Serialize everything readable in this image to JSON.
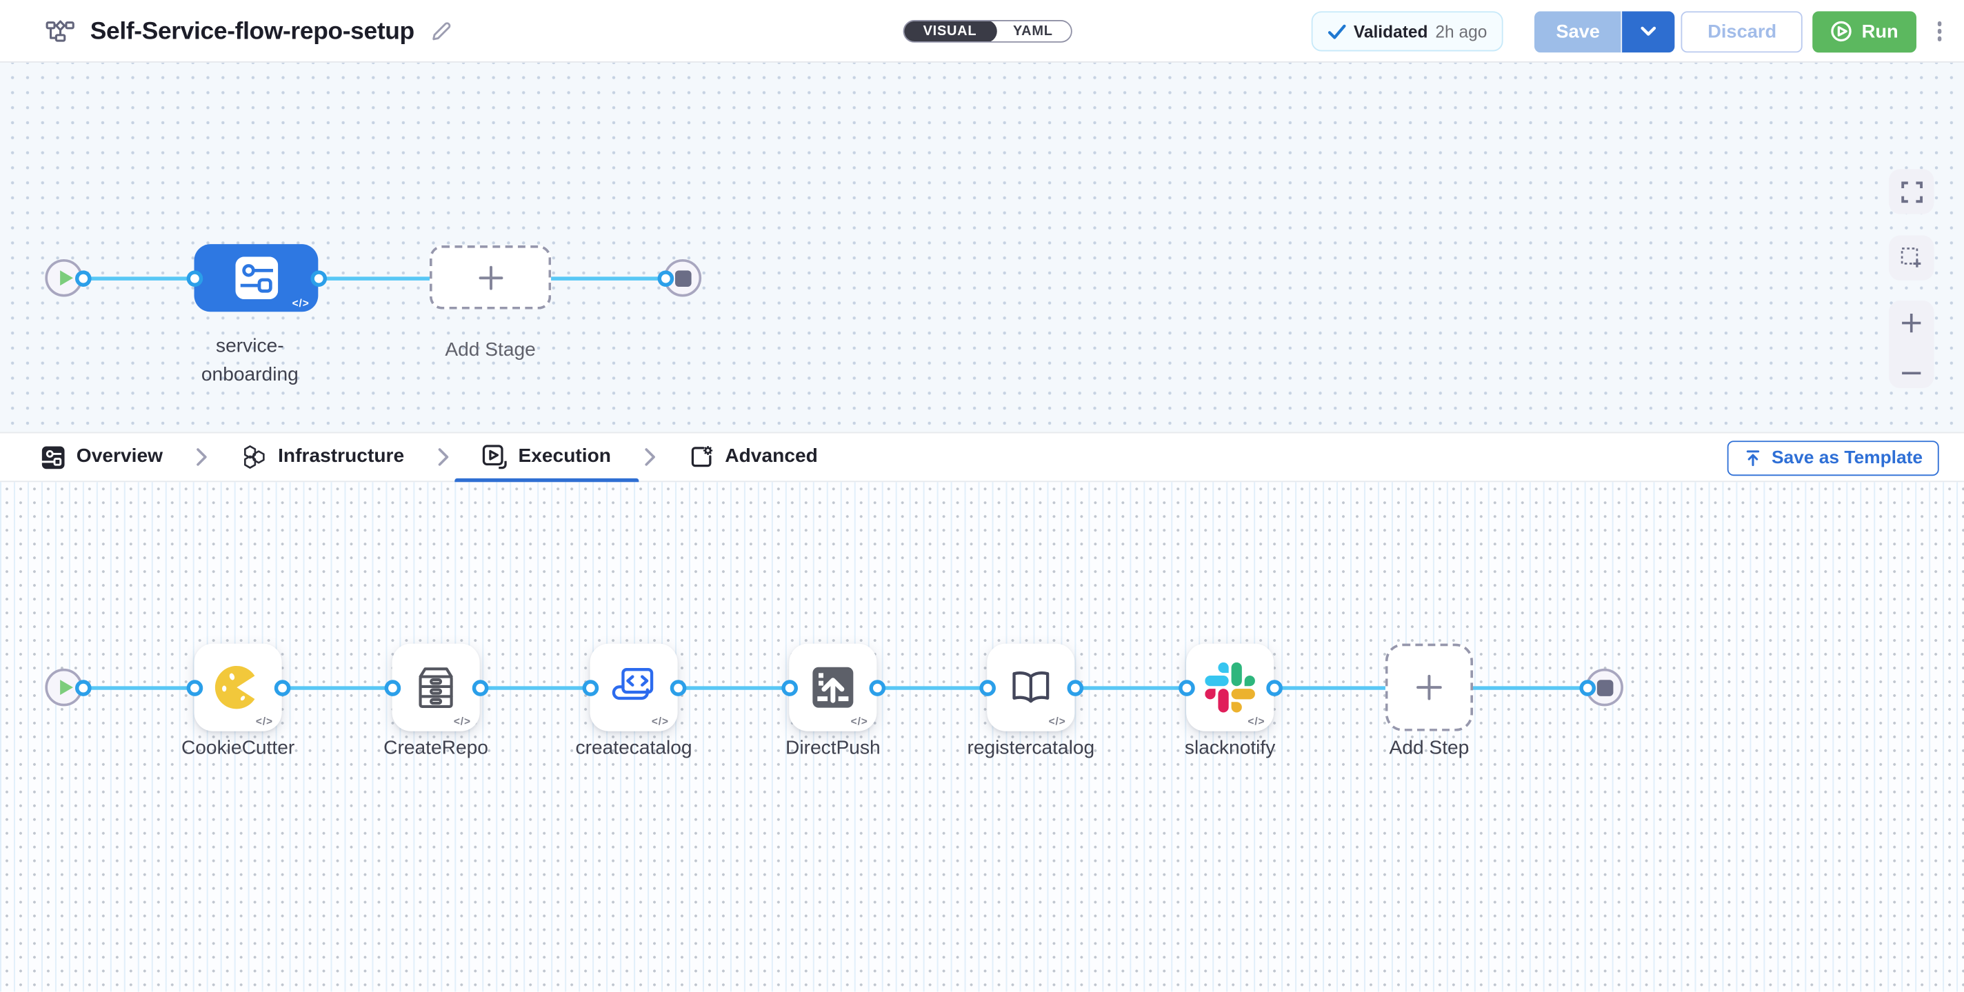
{
  "header": {
    "title": "Self-Service-flow-repo-setup",
    "mode_toggle": {
      "visual": "VISUAL",
      "yaml": "YAML"
    },
    "validated_label": "Validated",
    "validated_time": "2h ago",
    "save_label": "Save",
    "discard_label": "Discard",
    "run_label": "Run"
  },
  "stage_canvas": {
    "stage_name": "service-onboarding",
    "add_stage_label": "Add Stage"
  },
  "tab_bar": {
    "tabs": [
      {
        "label": "Overview",
        "active": false
      },
      {
        "label": "Infrastructure",
        "active": false
      },
      {
        "label": "Execution",
        "active": true
      },
      {
        "label": "Advanced",
        "active": false
      }
    ],
    "save_as_template_label": "Save as Template"
  },
  "execution_canvas": {
    "steps": [
      {
        "name": "CookieCutter",
        "icon": "cookiecutter-icon"
      },
      {
        "name": "CreateRepo",
        "icon": "drawer-cabinet-icon"
      },
      {
        "name": "createcatalog",
        "icon": "catalog-code-icon"
      },
      {
        "name": "DirectPush",
        "icon": "push-upload-icon"
      },
      {
        "name": "registercatalog",
        "icon": "open-book-icon"
      },
      {
        "name": "slacknotify",
        "icon": "slack-icon"
      }
    ],
    "add_step_label": "Add Step"
  },
  "code_badge": "</>",
  "colors": {
    "accent_blue": "#2e6fd0",
    "stage_node_blue": "#2e78e2",
    "connector_ring_blue": "#2b9fe9",
    "wire_blue": "#58c7f5",
    "run_green": "#5cb85f",
    "tab_underline_blue": "#2f6fd3",
    "cookie_yellow": "#f2c83b",
    "slack_blue": "#36C5F0",
    "slack_green": "#2EB67D",
    "slack_red": "#E01E5A",
    "slack_yellow": "#ECB22E"
  }
}
